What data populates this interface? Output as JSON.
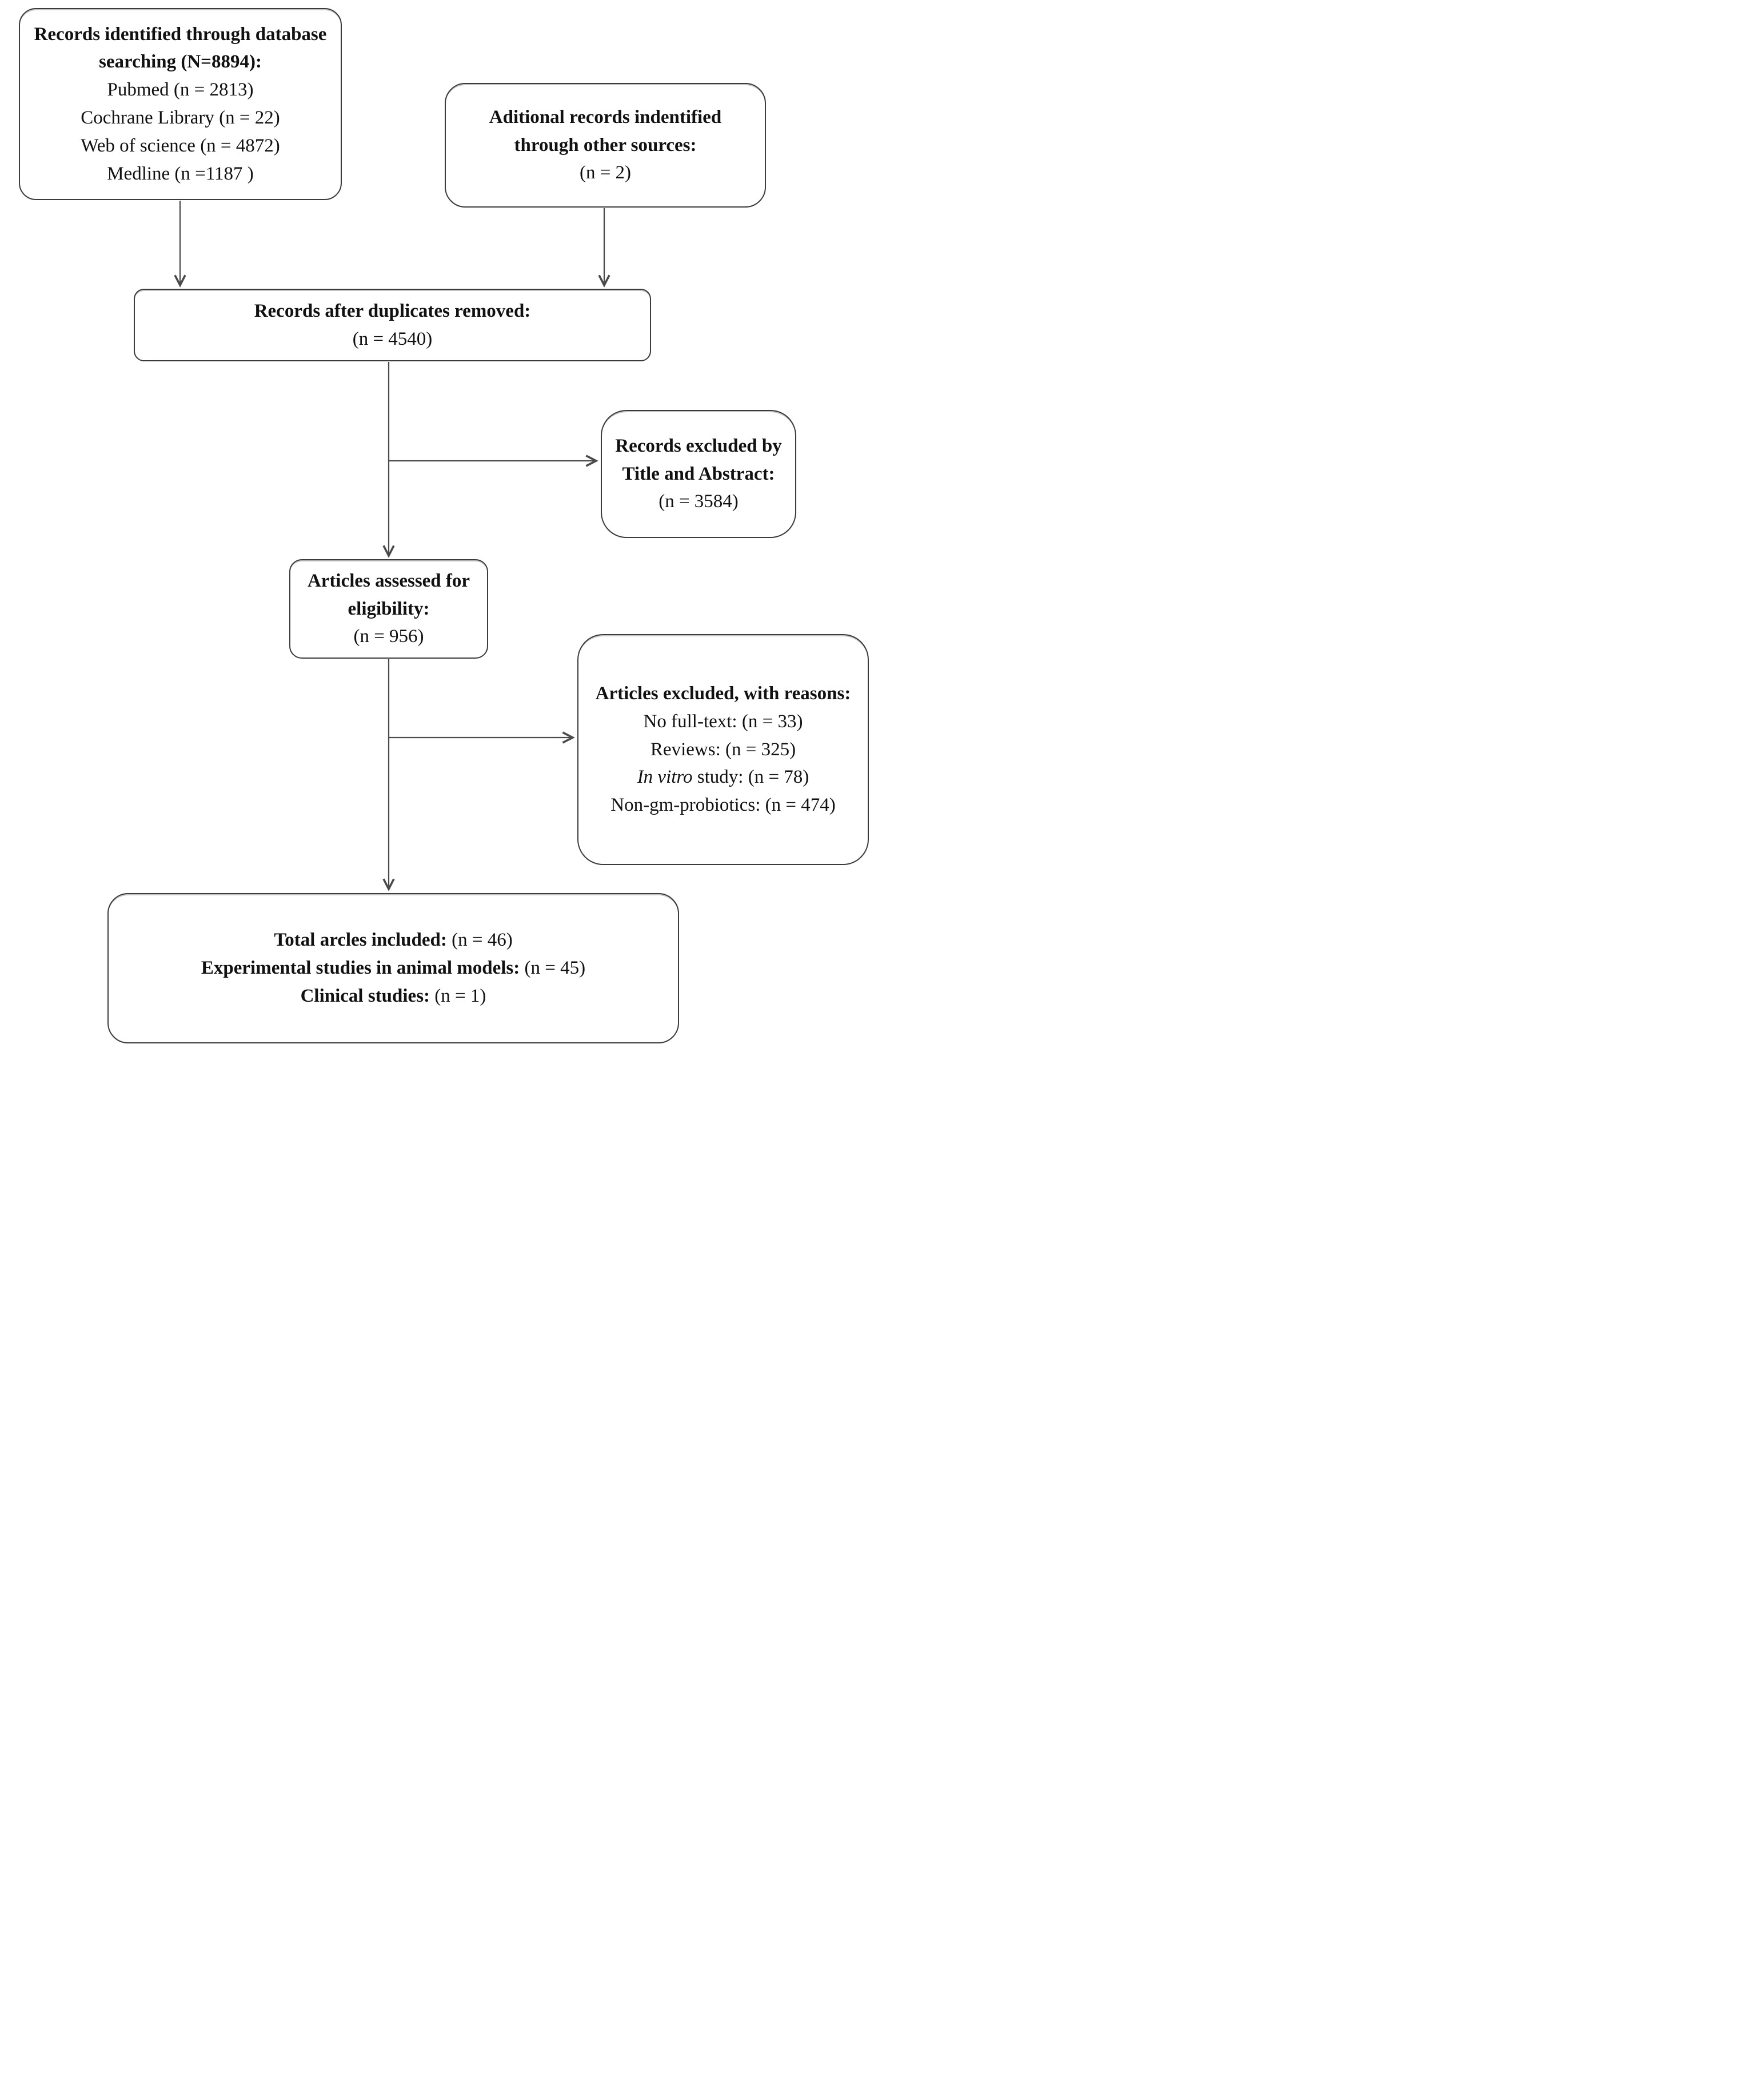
{
  "diagram": {
    "type": "prisma-flowchart",
    "colors": {
      "background": "#ffffff",
      "box_border": "#3b3b3b",
      "connector_line": "#4a4a4a",
      "text": "#111111"
    },
    "boxes": {
      "identification": {
        "title": "Records identified through database searching (N=8894):",
        "items": [
          "Pubmed (n = 2813)",
          "Cochrane Library (n = 22)",
          "Web of science (n = 4872)",
          "Medline (n =1187 )"
        ]
      },
      "other_sources": {
        "title": "Aditional records indentified through other sources:",
        "count": "(n = 2)"
      },
      "duplicates_removed": {
        "title": "Records after duplicates removed:",
        "count": "(n = 4540)"
      },
      "excluded_title_abstract": {
        "title": "Records excluded by Title and Abstract:",
        "count": "(n = 3584)"
      },
      "eligibility": {
        "title": "Articles assessed for eligibility:",
        "count": "(n = 956)"
      },
      "excluded_reasons": {
        "title": "Articles excluded, with reasons:",
        "reasons": [
          {
            "text": "No full-text: (n = 33)"
          },
          {
            "text": "Reviews: (n = 325)"
          },
          {
            "italic": "In vitro",
            "text": " study: (n = 78)"
          },
          {
            "text": "Non-gm-probiotics: (n = 474)"
          }
        ]
      },
      "included": {
        "lines": [
          {
            "label": "Total arcles included:",
            "count": " (n = 46)"
          },
          {
            "label": "Experimental studies in animal models:",
            "count": " (n = 45)"
          },
          {
            "label": "Clinical studies:",
            "count": " (n = 1)"
          }
        ]
      }
    }
  }
}
